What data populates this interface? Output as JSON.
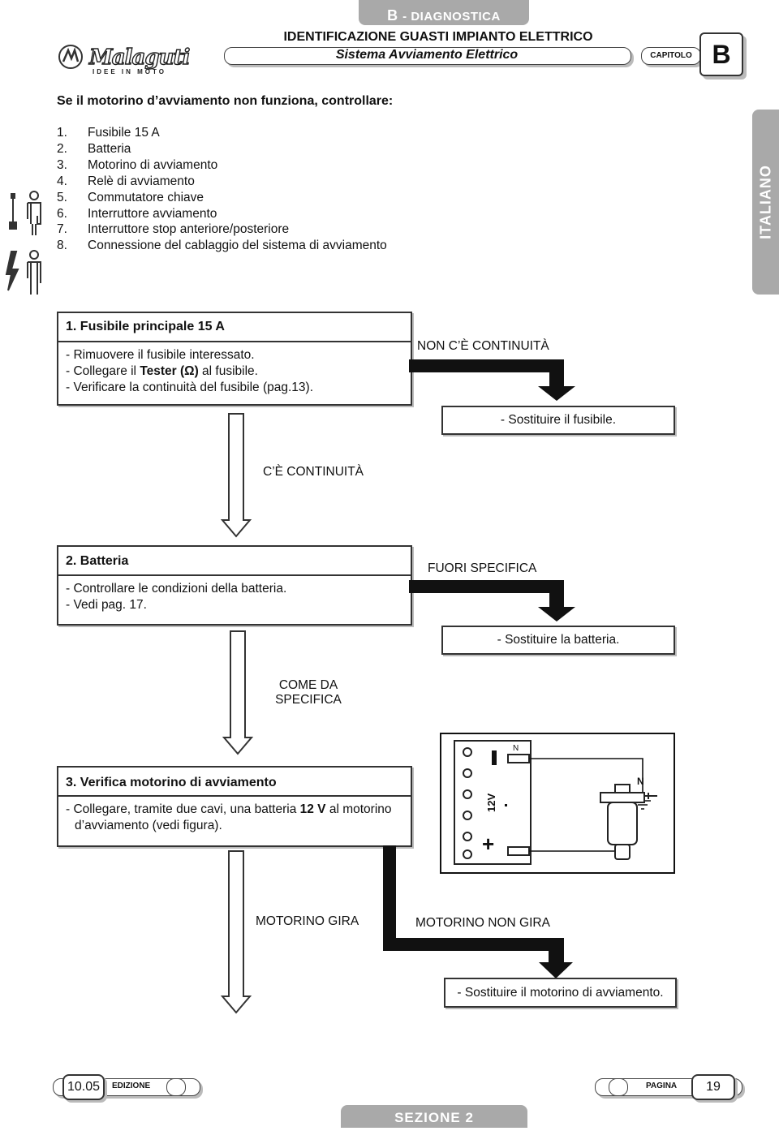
{
  "header": {
    "section_tab_letter": "B",
    "section_tab_title": "- DIAGNOSTICA",
    "title": "IDENTIFICAZIONE GUASTI IMPIANTO ELETTRICO",
    "subtitle": "Sistema Avviamento Elettrico",
    "chapter_label": "CAPITOLO",
    "chapter": "B",
    "brand": "Malaguti",
    "brand_tagline": "IDEE IN MOTO"
  },
  "side_tab": "ITALIANO",
  "intro": "Se il motorino d’avviamento non funziona, controllare:",
  "checklist": [
    {
      "n": "1.",
      "text": "Fusibile 15 A"
    },
    {
      "n": "2.",
      "text": "Batteria"
    },
    {
      "n": "3.",
      "text": "Motorino di avviamento"
    },
    {
      "n": "4.",
      "text": "Relè di avviamento"
    },
    {
      "n": "5.",
      "text": "Commutatore chiave"
    },
    {
      "n": "6.",
      "text": "Interruttore avviamento"
    },
    {
      "n": "7.",
      "text": "Interruttore stop anteriore/posteriore"
    },
    {
      "n": "8.",
      "text": "Connessione del cablaggio del sistema di avviamento"
    }
  ],
  "steps": [
    {
      "title": "1. Fusibile principale 15 A",
      "lines": [
        "- Rimuovere il fusibile interessato.",
        "- Collegare il ",
        "Tester (Ω)",
        " al fusibile.",
        "- Verificare la continuità del fusibile (pag.13)."
      ],
      "fail_label": "NON C’È CONTINUITÀ",
      "fail_action": "- Sostituire il fusibile.",
      "pass_label": "C’È CONTINUITÀ"
    },
    {
      "title": "2. Batteria",
      "lines": [
        "- Controllare le condizioni della batteria.",
        "- Vedi pag. 17."
      ],
      "fail_label": "FUORI SPECIFICA",
      "fail_action": "- Sostituire la batteria.",
      "pass_label_1": "COME DA",
      "pass_label_2": "SPECIFICA"
    },
    {
      "title": "3. Verifica motorino di avviamento",
      "lines": [
        "- Collegare, tramite due cavi, una batteria ",
        "12 V",
        " al motorino",
        "d’avviamento (vedi figura)."
      ],
      "pass_label": "MOTORINO GIRA",
      "fail_label": "MOTORINO NON GIRA",
      "fail_action": "- Sostituire il motorino di avviamento."
    }
  ],
  "figure": {
    "battery_voltage": "12V",
    "minus": "−",
    "plus": "+",
    "terminal_n": "N",
    "motor_n": "N"
  },
  "footer": {
    "edition_value": "10.05",
    "edition_label": "EDIZIONE",
    "page_label": "PAGINA",
    "page_value": "19",
    "section": "SEZIONE  2"
  }
}
